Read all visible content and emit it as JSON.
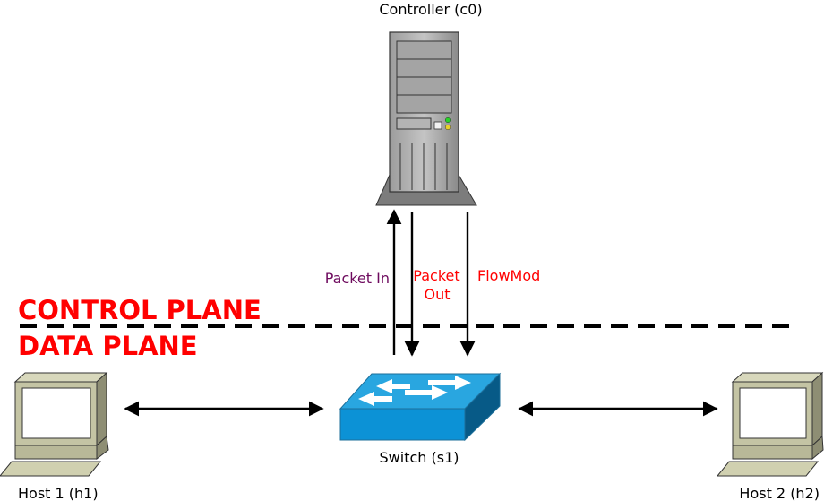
{
  "nodes": {
    "controller": {
      "label": "Controller (c0)"
    },
    "switch": {
      "label": "Switch (s1)"
    },
    "host1": {
      "label": "Host 1 (h1)"
    },
    "host2": {
      "label": "Host 2 (h2)"
    }
  },
  "messages": {
    "packet_in": {
      "label": "Packet In",
      "color": "#6e0b5e"
    },
    "packet_out": {
      "line1": "Packet",
      "line2": "Out",
      "color": "#ff0000"
    },
    "flowmod": {
      "label": "FlowMod",
      "color": "#ff0000"
    }
  },
  "planes": {
    "control": "CONTROL PLANE",
    "data": "DATA PLANE",
    "color": "#ff0000"
  }
}
